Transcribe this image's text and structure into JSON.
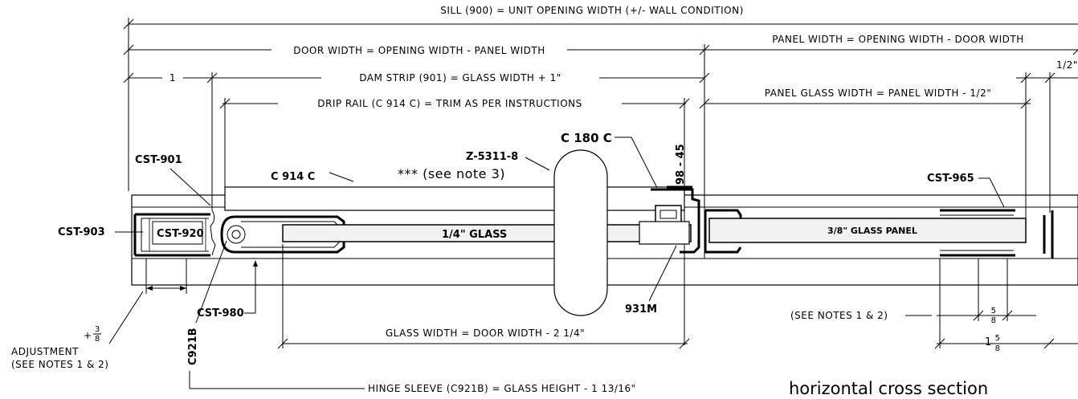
{
  "dimensions": {
    "sill": "SILL (900) = UNIT OPENING WIDTH (+/- WALL CONDITION)",
    "door_width": "DOOR WIDTH = OPENING WIDTH - PANEL WIDTH",
    "panel_width": "PANEL WIDTH = OPENING WIDTH - DOOR WIDTH",
    "one": "1",
    "dam_strip": "DAM STRIP (901) = GLASS WIDTH + 1\"",
    "half_inch": "1/2\"",
    "drip_rail": "DRIP RAIL (C 914 C) = TRIM AS PER INSTRUCTIONS",
    "panel_glass_width": "PANEL GLASS WIDTH = PANEL WIDTH - 1/2\"",
    "glass_width": "GLASS WIDTH = DOOR WIDTH - 2 1/4\"",
    "hinge_sleeve": "HINGE SLEEVE (C921B) = GLASS HEIGHT - 1 13/16\"",
    "see_notes_right": "(SEE NOTES 1 & 2)",
    "five_eighths_num": "5",
    "five_eighths_den": "8",
    "one_five_eighths_whole": "1",
    "one_five_eighths_num": "5",
    "one_five_eighths_den": "8",
    "adj_plus": "+",
    "adj_num": "3",
    "adj_den": "8",
    "adjustment": "ADJUSTMENT",
    "see_notes_left": "(SEE NOTES 1 & 2)"
  },
  "parts": {
    "cst_901": "CST-901",
    "c_914_c": "C 914 C",
    "note3": "*** (see note 3)",
    "z_5311": "Z-5311-8",
    "c_180_c": "C 180 C",
    "p98_45": "98 - 45",
    "cst_965": "CST-965",
    "cst_903": "CST-903",
    "cst_920": "CST-920",
    "quarter_glass": "1/4\" GLASS",
    "glass_panel": "3/8\" GLASS PANEL",
    "cst_980": "CST-980",
    "c921b": "C921B",
    "m931": "931M"
  },
  "title": "horizontal cross section"
}
